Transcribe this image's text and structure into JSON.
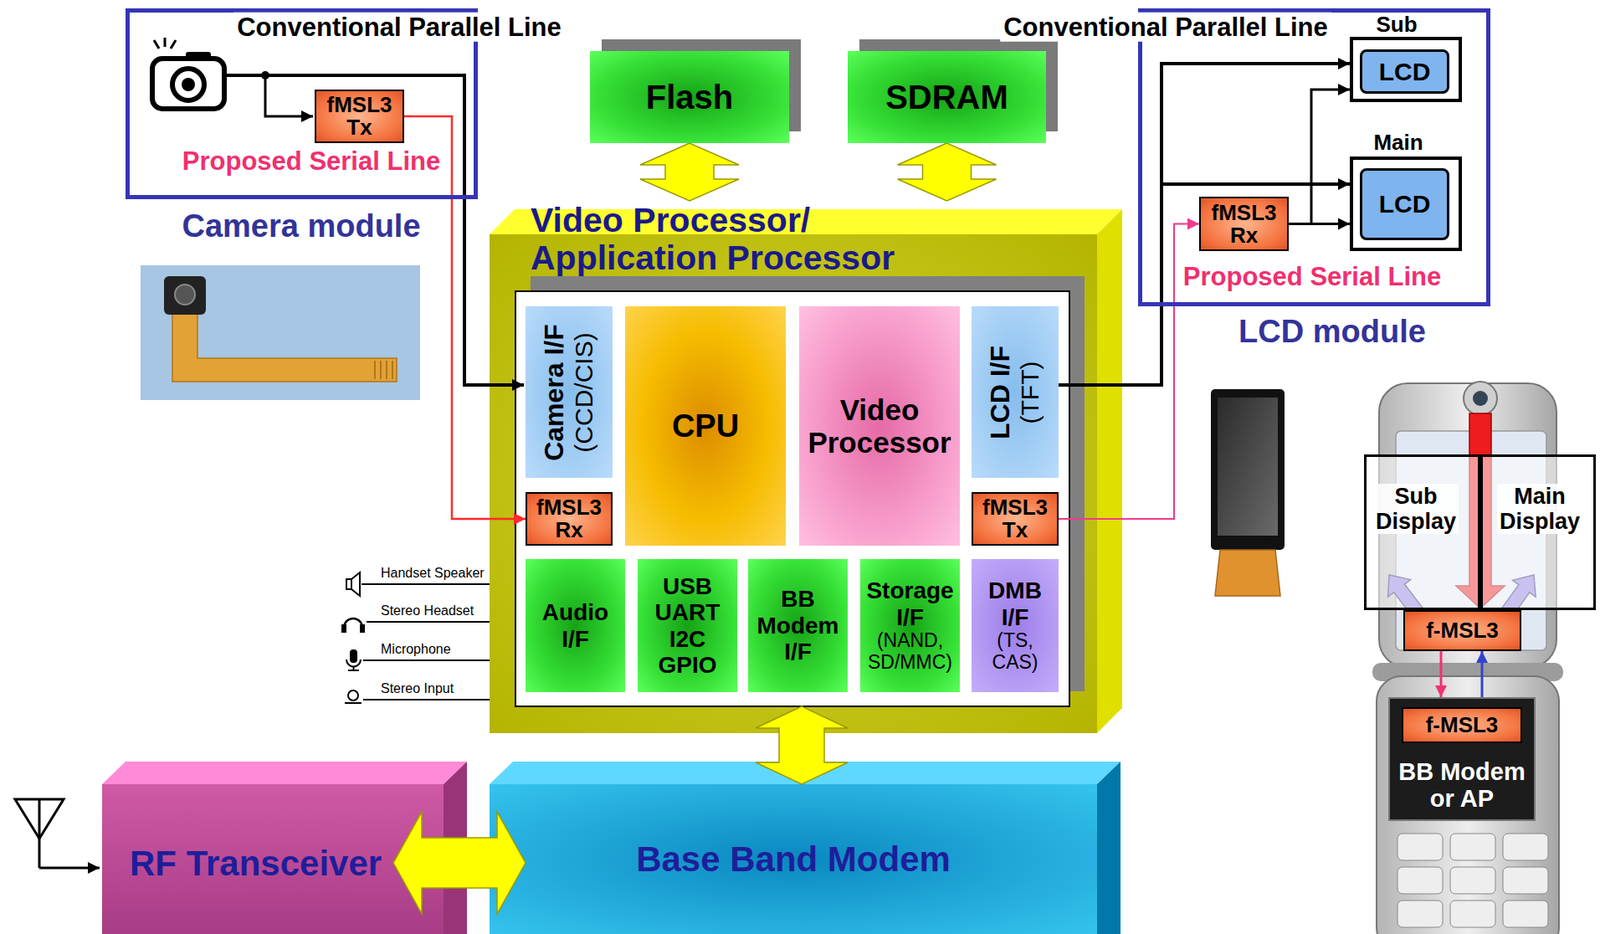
{
  "diagram": {
    "nodes": [
      {
        "text": [
          "Camera module"
        ]
      },
      {
        "text": [
          "fMSL3 Tx"
        ],
        "in": 0
      },
      {
        "text": [
          "Flash"
        ]
      },
      {
        "text": [
          "SDRAM"
        ]
      },
      {
        "text": [
          "LCD module"
        ]
      },
      {
        "text": [
          "Sub"
        ],
        "in": 4
      },
      {
        "text": [
          "LCD"
        ],
        "in": 5
      },
      {
        "text": [
          "Main"
        ],
        "in": 4
      },
      {
        "text": [
          "LCD"
        ],
        "in": 7
      },
      {
        "text": [
          "fMSL3 Rx"
        ],
        "in": 4
      },
      {
        "text": [
          "Video Processor/ Application Processor"
        ]
      },
      {
        "text": [
          "Camera I/F",
          "(CCD/CIS)"
        ],
        "in": 10
      },
      {
        "text": [
          "CPU"
        ],
        "in": 10
      },
      {
        "text": [
          "Video Processor"
        ],
        "in": 10
      },
      {
        "text": [
          "LCD I/F",
          "(TFT)"
        ],
        "in": 10
      },
      {
        "text": [
          "fMSL3 Rx"
        ],
        "in": 10
      },
      {
        "text": [
          "fMSL3 Tx"
        ],
        "in": 10
      },
      {
        "text": [
          "Audio I/F"
        ],
        "in": 10
      },
      {
        "text": [
          "USB UART I2C GPIO"
        ],
        "in": 10
      },
      {
        "text": [
          "BB Modem I/F"
        ],
        "in": 10
      },
      {
        "text": [
          "Storage I/F",
          "(NAND, SD/MMC)"
        ],
        "in": 10
      },
      {
        "text": [
          "DMB I/F",
          "(TS, CAS)"
        ],
        "in": 10
      },
      {
        "text": [
          "RF Transceiver"
        ]
      },
      {
        "text": [
          "Base Band Modem"
        ]
      },
      {
        "text": [
          "Sub Display"
        ]
      },
      {
        "text": [
          "Main Display"
        ]
      },
      {
        "text": [
          "f-MSL3"
        ]
      },
      {
        "text": [
          "BB Modem or AP"
        ]
      },
      {
        "text": [
          "f-MSL3"
        ],
        "in": 27
      }
    ],
    "edges": [
      {
        "from": 1,
        "to": 15,
        "arrow": "to"
      },
      {
        "from": 2,
        "to": 10,
        "arrow": "both"
      },
      {
        "from": 3,
        "to": 10,
        "arrow": "both"
      },
      {
        "from": 14,
        "to": 5,
        "arrow": "to"
      },
      {
        "from": 14,
        "to": 7,
        "arrow": "to"
      },
      {
        "from": 9,
        "to": 5,
        "arrow": "to"
      },
      {
        "from": 9,
        "to": 7,
        "arrow": "to"
      },
      {
        "from": 16,
        "to": 9,
        "arrow": "to"
      },
      {
        "from": 10,
        "to": 23,
        "arrow": "both"
      },
      {
        "from": 22,
        "to": 23,
        "arrow": "both"
      },
      {
        "from": 26,
        "to": 24,
        "arrow": "to"
      },
      {
        "from": 26,
        "to": 25,
        "arrow": "to"
      },
      {
        "from": 26,
        "to": 28,
        "arrow": "to"
      },
      {
        "from": 28,
        "to": 26,
        "arrow": "to"
      }
    ],
    "labels": [
      "Conventional Parallel Line",
      "Proposed Serial Line",
      "Conventional Parallel Line",
      "Proposed Serial Line",
      "Handset Speaker",
      "Stereo Headset",
      "Microphone",
      "Stereo Input"
    ]
  }
}
